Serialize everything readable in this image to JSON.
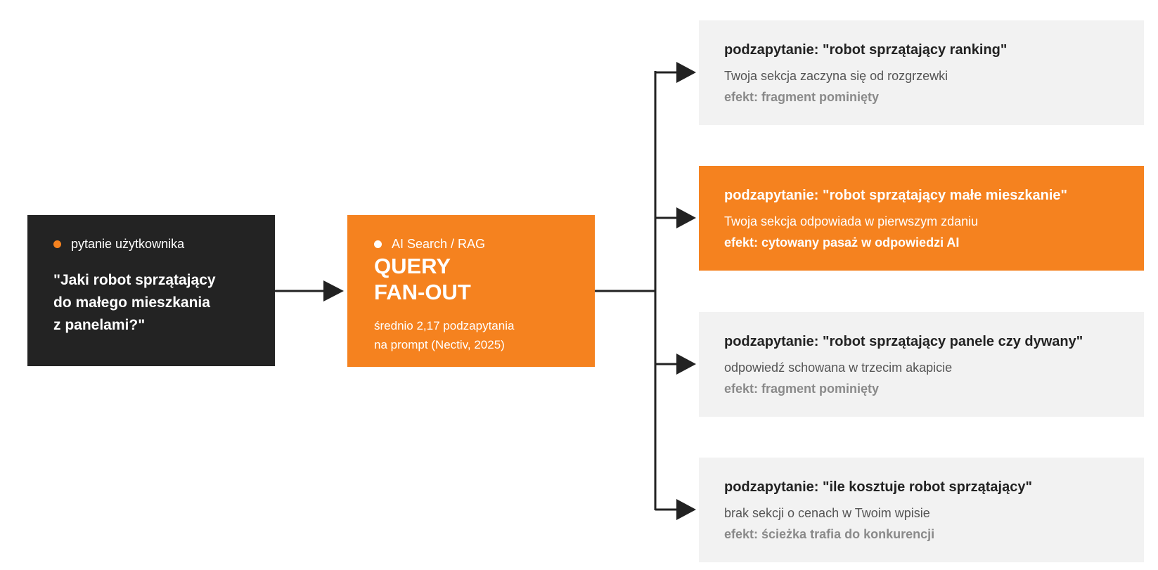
{
  "user_question": {
    "tag": "pytanie użytkownika",
    "text": "\"Jaki robot sprzątający\ndo małego mieszkania\nz panelami?\""
  },
  "query_fanout": {
    "tag": "AI Search / RAG",
    "title": "QUERY\nFAN-OUT",
    "note": "średnio 2,17 podzapytania\nna prompt (Nectiv, 2025)"
  },
  "subqueries": [
    {
      "title": "podzapytanie: \"robot sprzątający ranking\"",
      "description": "Twoja sekcja zaczyna się od rozgrzewki",
      "effect": "efekt: fragment pominięty",
      "highlighted": false
    },
    {
      "title": "podzapytanie: \"robot sprzątający małe mieszkanie\"",
      "description": "Twoja sekcja odpowiada w pierwszym zdaniu",
      "effect": "efekt: cytowany pasaż w odpowiedzi AI",
      "highlighted": true
    },
    {
      "title": "podzapytanie: \"robot sprzątający panele czy dywany\"",
      "description": "odpowiedź schowana w trzecim akapicie",
      "effect": "efekt: fragment pominięty",
      "highlighted": false
    },
    {
      "title": "podzapytanie: \"ile kosztuje robot sprzątający\"",
      "description": "brak sekcji o cenach w Twoim wpisie",
      "effect": "efekt: ścieżka trafia do konkurencji",
      "highlighted": false
    }
  ],
  "colors": {
    "accent": "#f5821f",
    "dark": "#232323",
    "card": "#f2f2f2",
    "connector": "#222222"
  }
}
